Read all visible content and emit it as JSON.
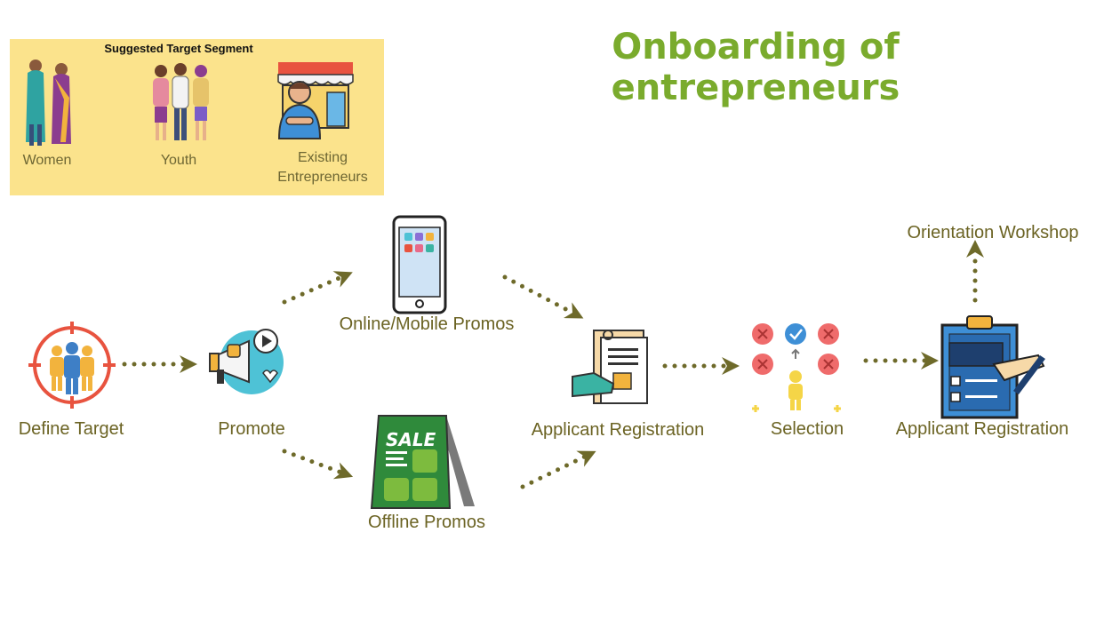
{
  "title": "Onboarding of entrepreneurs",
  "segment": {
    "heading": "Suggested Target Segment",
    "items": [
      {
        "label": "Women",
        "icon": "women-icon"
      },
      {
        "label": "Youth",
        "icon": "youth-group-icon"
      },
      {
        "label_line1": "Existing",
        "label_line2": "Entrepreneurs",
        "icon": "shopkeeper-icon"
      }
    ]
  },
  "steps": {
    "define_target": "Define Target",
    "promote": "Promote",
    "online_promos": "Online/Mobile Promos",
    "offline_promos": "Offline Promos",
    "applicant_registration_1": "Applicant Registration",
    "selection": "Selection",
    "applicant_registration_2": "Applicant Registration",
    "orientation_workshop": "Orientation Workshop"
  },
  "sale_sign_text": "SALE",
  "colors": {
    "title": "#7aab2d",
    "labels": "#6b6323",
    "arrows": "#6e6a2a",
    "segment_bg": "#fbe38c"
  }
}
